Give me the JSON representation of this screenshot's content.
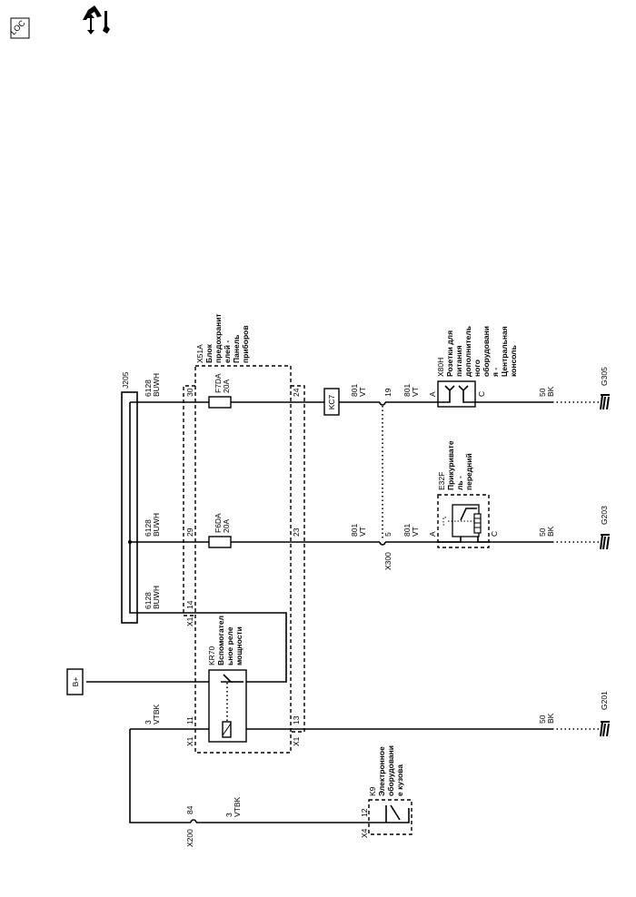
{
  "header": {
    "loc_icon_label": "LOC",
    "icons": [
      "loc-icon",
      "service-info-icon"
    ]
  },
  "j205": {
    "name": "J205"
  },
  "x51a": {
    "name": "X51A",
    "desc": [
      "Блок",
      "предохранит",
      "елей -",
      "Панель",
      "приборов"
    ]
  },
  "wire_6128": {
    "num": "6128",
    "color": "BUWH"
  },
  "wire_801": {
    "num": "801",
    "color": "VT"
  },
  "wire_3": {
    "num": "3",
    "color": "VTBK"
  },
  "wire_50": {
    "num": "50",
    "color": "BK"
  },
  "pins": {
    "p30": "30",
    "p29": "29",
    "p14": "14",
    "p24": "24",
    "p23": "23",
    "p11": "11",
    "p13": "13",
    "p19": "19",
    "p5": "5",
    "p84": "84",
    "p12": "12",
    "pA": "A",
    "pC": "C"
  },
  "connectors": {
    "x1": "X1",
    "x300": "X300",
    "x200": "X200",
    "x4": "X4"
  },
  "fuses": [
    {
      "name": "F7DA",
      "rating": "20A"
    },
    {
      "name": "F6DA",
      "rating": "20A"
    }
  ],
  "kc7": "KC7",
  "x80h": {
    "name": "X80H",
    "desc": [
      "Розетки для",
      "питания",
      "дополнитель",
      "ного",
      "оборудовани",
      "я -",
      "Центральная",
      "консоль"
    ]
  },
  "e32f": {
    "name": "E32F",
    "desc": [
      "Прикуривате",
      "ль -",
      "передний"
    ]
  },
  "kr70": {
    "name": "KR70",
    "desc": [
      "Вспомогател",
      "ьное реле",
      "мощности"
    ]
  },
  "k9": {
    "name": "K9",
    "desc": [
      "Электронное",
      "оборудовани",
      "е кузова"
    ]
  },
  "battery": "B+",
  "grounds": {
    "g305": "G305",
    "g203": "G203",
    "g201": "G201"
  }
}
